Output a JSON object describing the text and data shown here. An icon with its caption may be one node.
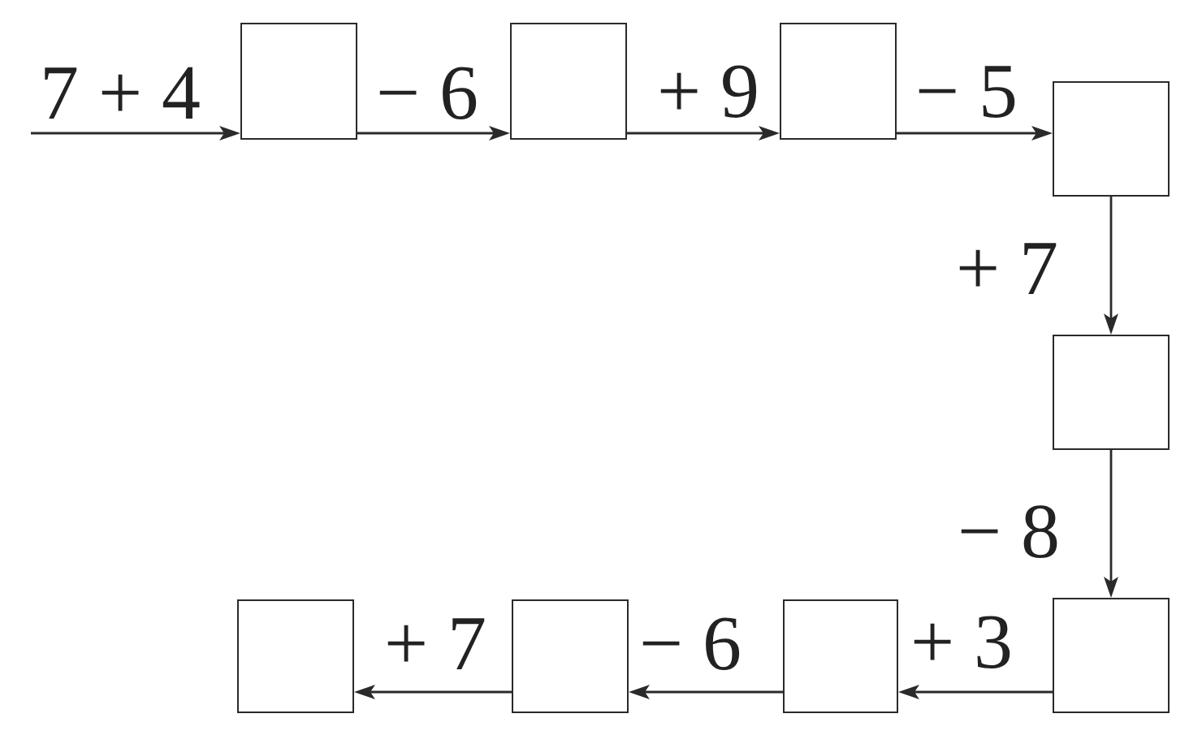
{
  "diagram": {
    "nodes": [
      {
        "text": [],
        "shape": "box"
      },
      {
        "text": [],
        "shape": "box"
      },
      {
        "text": [],
        "shape": "box"
      },
      {
        "text": [],
        "shape": "box"
      },
      {
        "text": [],
        "shape": "box"
      },
      {
        "text": [],
        "shape": "box"
      },
      {
        "text": [],
        "shape": "box"
      },
      {
        "text": [],
        "shape": "box"
      },
      {
        "text": [],
        "shape": "box"
      }
    ],
    "edges": [
      {
        "from": null,
        "to": 0,
        "arrow": "to",
        "label": "7 + 4"
      },
      {
        "from": 0,
        "to": 1,
        "arrow": "to",
        "label": "− 6"
      },
      {
        "from": 1,
        "to": 2,
        "arrow": "to",
        "label": "+ 9"
      },
      {
        "from": 2,
        "to": 3,
        "arrow": "to",
        "label": "− 5"
      },
      {
        "from": 3,
        "to": 4,
        "arrow": "to",
        "label": "+ 7"
      },
      {
        "from": 4,
        "to": 5,
        "arrow": "to",
        "label": "− 8"
      },
      {
        "from": 5,
        "to": 6,
        "arrow": "to",
        "label": "+ 3"
      },
      {
        "from": 6,
        "to": 7,
        "arrow": "to",
        "label": "− 6"
      },
      {
        "from": 7,
        "to": 8,
        "arrow": "to",
        "label": "+ 7"
      }
    ]
  }
}
